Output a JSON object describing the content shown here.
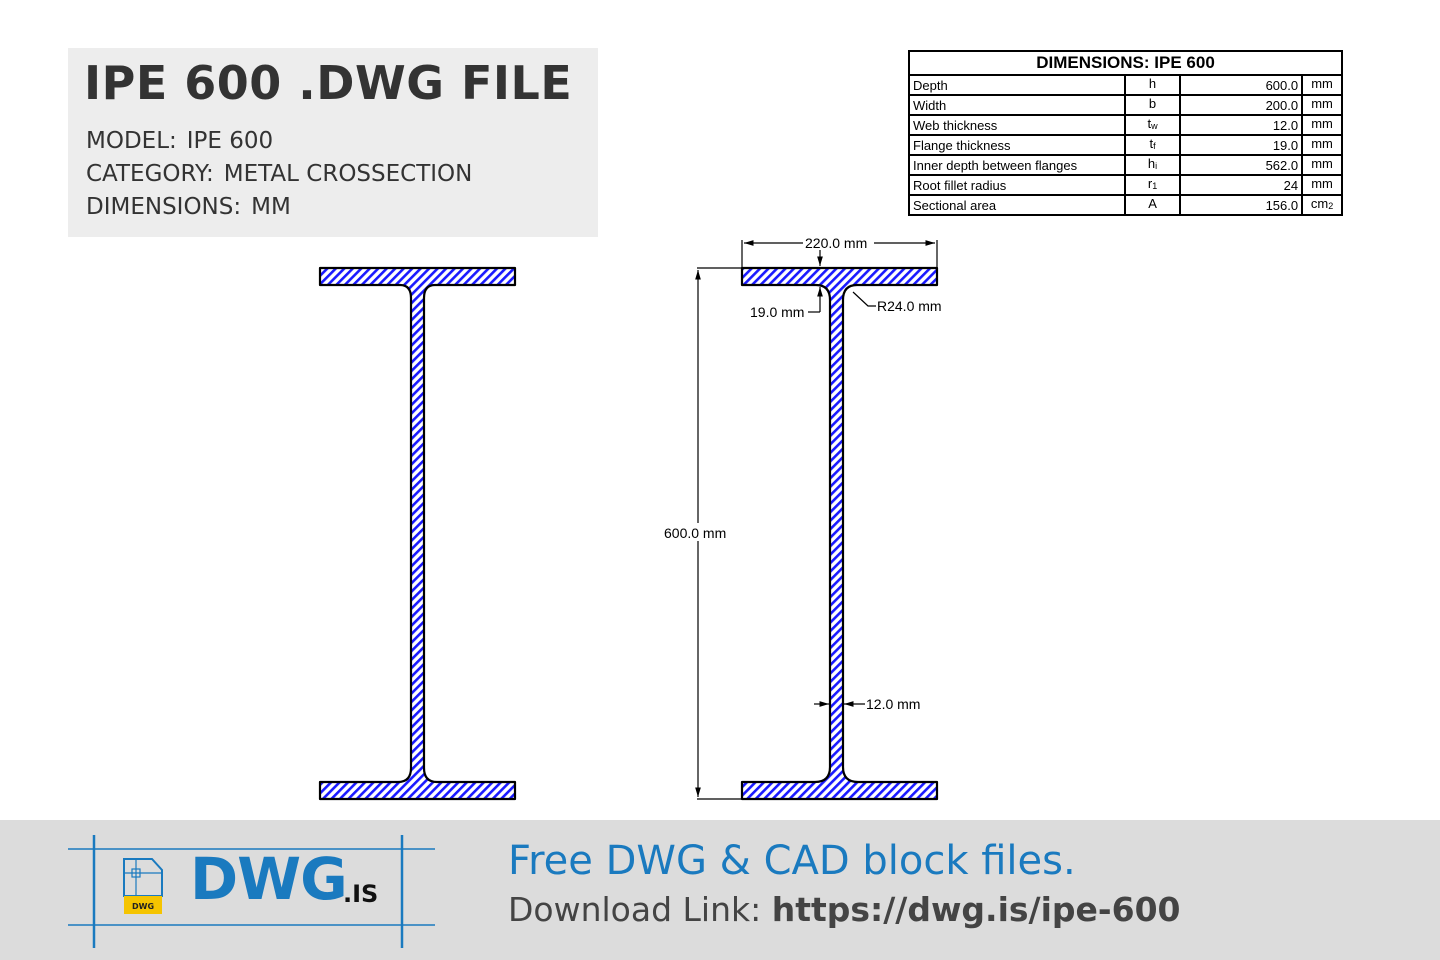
{
  "header": {
    "title": "IPE 600 .DWG FILE",
    "model_label": "MODEL:",
    "model_value": "IPE 600",
    "category_label": "CATEGORY:",
    "category_value": "METAL CROSSECTION",
    "dimensions_label": "DIMENSIONS:",
    "dimensions_value": "MM"
  },
  "table": {
    "title": "DIMENSIONS: IPE 600",
    "rows": [
      {
        "name": "Depth",
        "symbol": "h",
        "symbol_sub": "",
        "value": "600.0",
        "unit": "mm",
        "unit_sub": ""
      },
      {
        "name": "Width",
        "symbol": "b",
        "symbol_sub": "",
        "value": "200.0",
        "unit": "mm",
        "unit_sub": ""
      },
      {
        "name": "Web thickness",
        "symbol": "t",
        "symbol_sub": "w",
        "value": "12.0",
        "unit": "mm",
        "unit_sub": ""
      },
      {
        "name": "Flange thickness",
        "symbol": "t",
        "symbol_sub": "f",
        "value": "19.0",
        "unit": "mm",
        "unit_sub": ""
      },
      {
        "name": "Inner depth between flanges",
        "symbol": "h",
        "symbol_sub": "i",
        "value": "562.0",
        "unit": "mm",
        "unit_sub": ""
      },
      {
        "name": "Root fillet radius",
        "symbol": "r",
        "symbol_sub": "1",
        "value": "24",
        "unit": "mm",
        "unit_sub": ""
      },
      {
        "name": "Sectional area",
        "symbol": "A",
        "symbol_sub": "",
        "value": "156.0",
        "unit": "cm",
        "unit_sub": "2"
      }
    ]
  },
  "drawing": {
    "hatch_color": "#1a1aff",
    "outline_color": "#000000",
    "dim_width": "220.0 mm",
    "dim_flange": "19.0 mm",
    "dim_radius": "R24.0 mm",
    "dim_height": "600.0 mm",
    "dim_web": "12.0 mm"
  },
  "footer": {
    "logo_main": "DWG",
    "logo_suffix": ".IS",
    "logo_badge": "DWG",
    "tagline": "Free DWG & CAD block files.",
    "download_label": "Download Link: ",
    "download_url": "https://dwg.is/ipe-600",
    "brand_color": "#1a7abf",
    "badge_color": "#f5c400"
  }
}
